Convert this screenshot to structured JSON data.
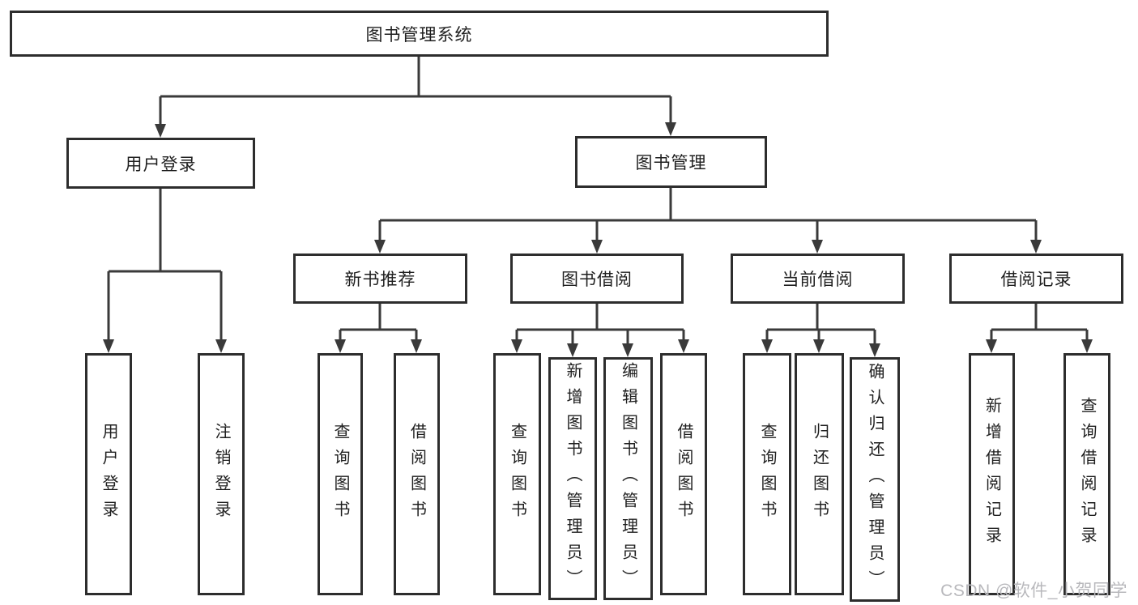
{
  "diagram": {
    "root": "图书管理系统",
    "left_branch": {
      "label": "用户登录",
      "children": [
        "用户登录",
        "注销登录"
      ]
    },
    "right_branch": {
      "label": "图书管理",
      "sections": [
        {
          "label": "新书推荐",
          "children": [
            "查询图书",
            "借阅图书"
          ]
        },
        {
          "label": "图书借阅",
          "children": [
            "查询图书",
            "新增图书（管理员）",
            "编辑图书（管理员）",
            "借阅图书"
          ]
        },
        {
          "label": "当前借阅",
          "children": [
            "查询图书",
            "归还图书",
            "确认归还（管理员）"
          ]
        },
        {
          "label": "借阅记录",
          "children": [
            "新增借阅记录",
            "查询借阅记录"
          ]
        }
      ]
    }
  },
  "watermark": "CSDN @软件_小贺同学",
  "colors": {
    "line": "#3a3a3a",
    "box_border": "#2d2d2d",
    "box_background": "#ffffff",
    "text": "#1f1f1f",
    "watermark": "#b8b8bc"
  }
}
